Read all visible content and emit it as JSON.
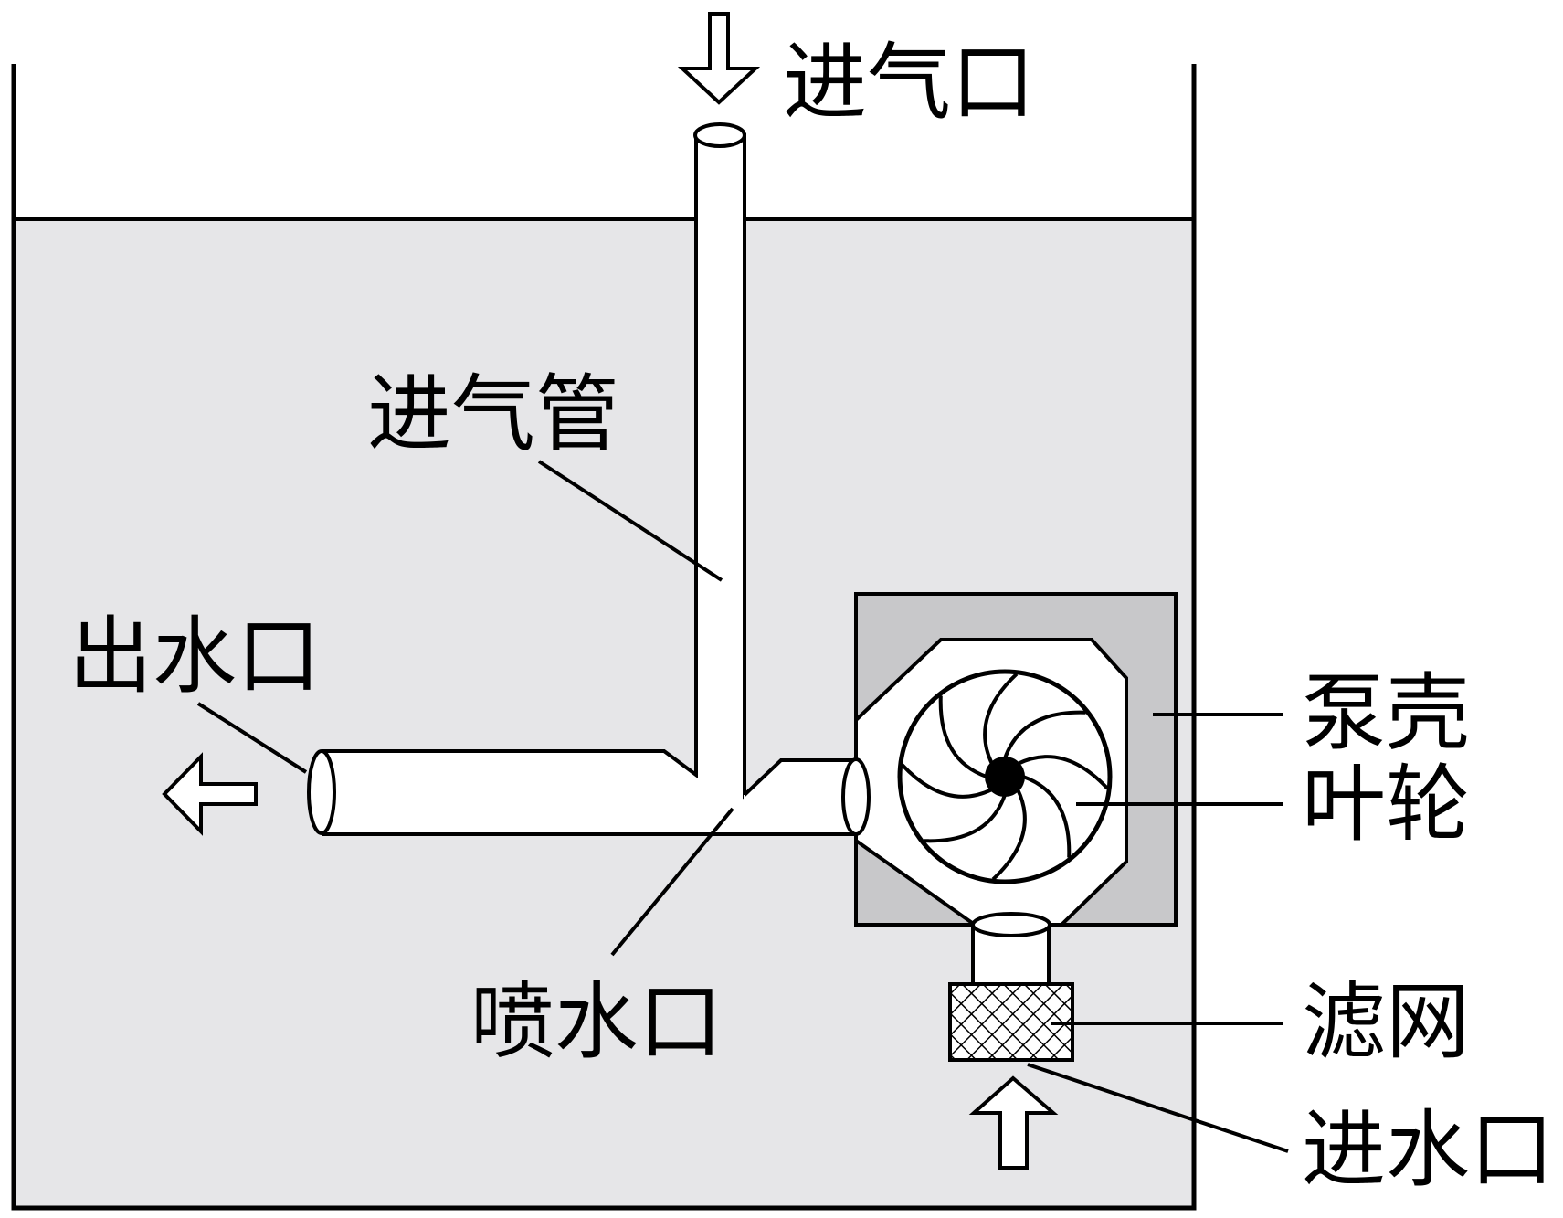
{
  "labels": {
    "air_inlet": "进气口",
    "air_pipe": "进气管",
    "water_outlet": "出水口",
    "nozzle": "喷水口",
    "pump_casing": "泵壳",
    "impeller": "叶轮",
    "filter": "滤网",
    "water_inlet": "进水口"
  },
  "colors": {
    "water": "#e6e6e8",
    "casing": "#c8c8ca",
    "stroke": "#000000",
    "pipe": "#ffffff"
  }
}
